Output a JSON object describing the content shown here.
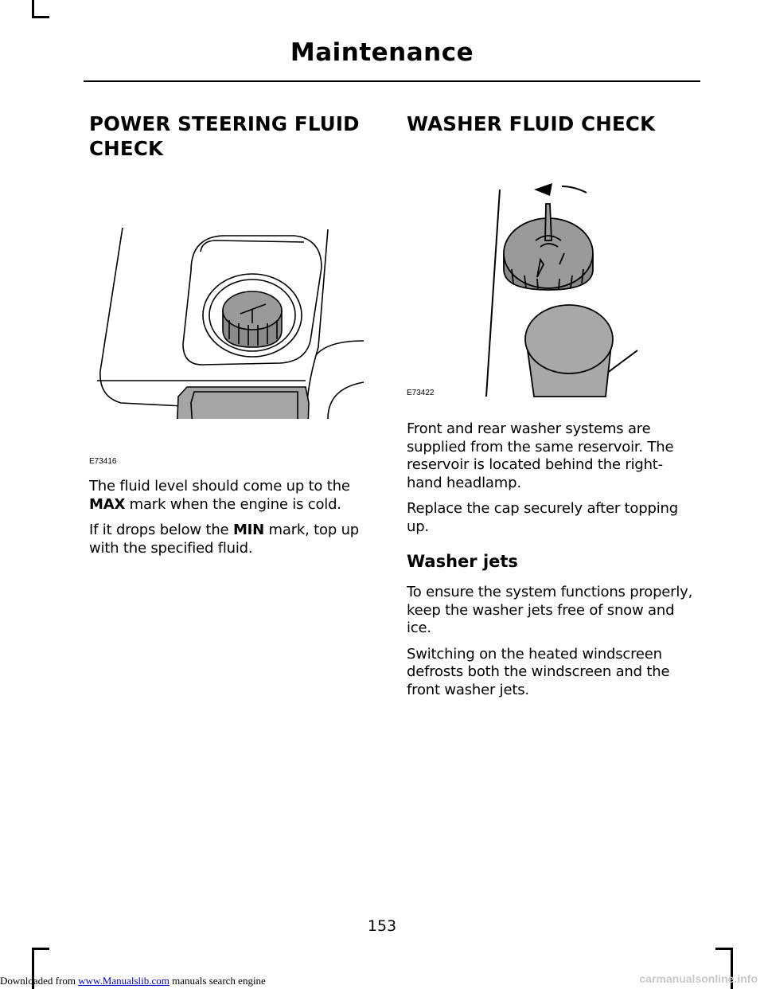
{
  "header": {
    "title": "Maintenance"
  },
  "left": {
    "heading": "POWER STEERING FLUID CHECK",
    "figure_code": "E73416",
    "p1": {
      "before": "The fluid level should come up to the ",
      "bold": "MAX",
      "after": " mark when the engine is cold."
    },
    "p2": {
      "before": "If it drops below the ",
      "bold": "MIN",
      "after": " mark, top up with the specified fluid."
    }
  },
  "right": {
    "heading": "WASHER FLUID CHECK",
    "figure_code": "E73422",
    "p1": "Front and rear washer systems are supplied from the same reservoir. The reservoir is located behind the right-hand headlamp.",
    "p2": "Replace the cap securely after topping up.",
    "subheading": "Washer jets",
    "p3": "To ensure the system functions properly, keep the washer jets free of snow and ice.",
    "p4": "Switching on the heated windscreen defrosts both the windscreen and the front washer jets."
  },
  "page_number": "153",
  "footer": {
    "prefix": "Downloaded from ",
    "link": "www.Manualslib.com",
    "suffix": " manuals search engine"
  },
  "watermark": "carmanualsonline.info"
}
